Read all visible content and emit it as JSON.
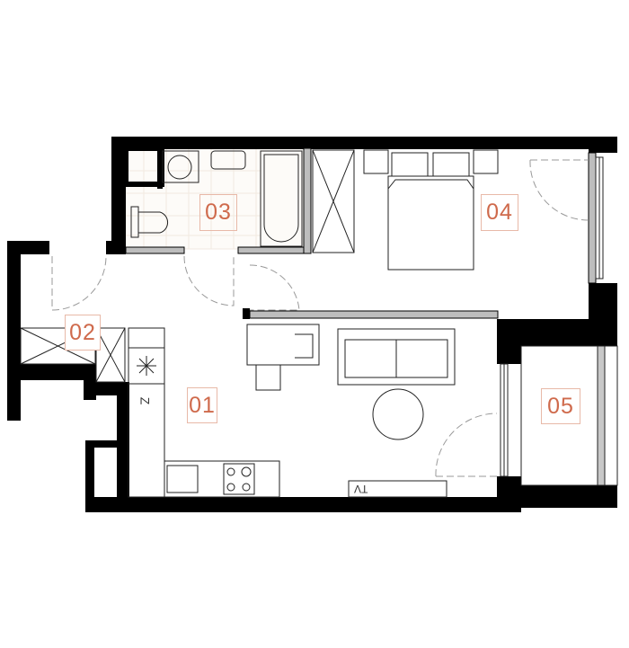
{
  "rooms": [
    {
      "id": "01",
      "label": "01"
    },
    {
      "id": "02",
      "label": "02"
    },
    {
      "id": "03",
      "label": "03"
    },
    {
      "id": "04",
      "label": "04"
    },
    {
      "id": "05",
      "label": "05"
    }
  ],
  "furniture_labels": {
    "tv": "TV",
    "fridge": "Z"
  },
  "colors": {
    "wall": "#000000",
    "label": "#cf6a4c",
    "partition": "#bdbdbd",
    "tile": "#f3ece4"
  }
}
